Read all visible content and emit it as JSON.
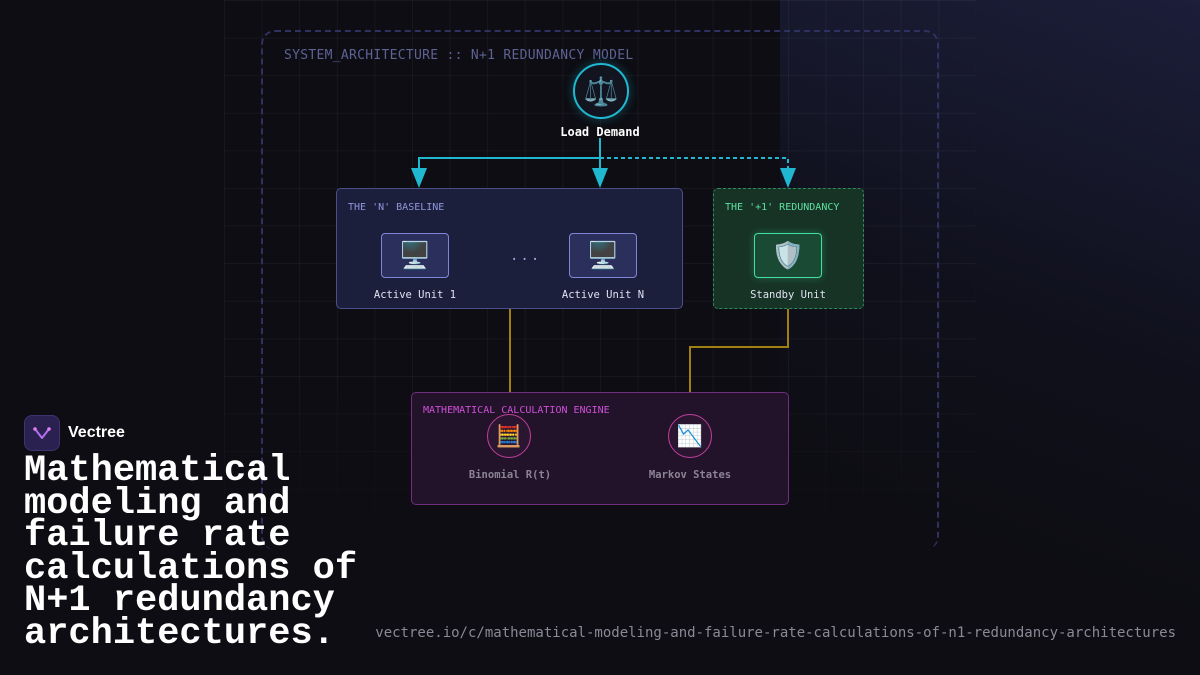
{
  "diagram": {
    "title": "SYSTEM_ARCHITECTURE :: N+1 REDUNDANCY MODEL",
    "load_node": {
      "icon": "balance-scale-icon",
      "glyph": "⚖️",
      "label": "Load Demand"
    },
    "baseline_group": {
      "title": "THE 'N' BASELINE",
      "units": [
        {
          "icon": "desktop-computer-icon",
          "glyph": "🖥️",
          "label": "Active Unit 1"
        },
        {
          "icon": "desktop-computer-icon",
          "glyph": "🖥️",
          "label": "Active Unit N"
        }
      ],
      "ellipsis": "..."
    },
    "redundancy_group": {
      "title": "THE '+1' REDUNDANCY",
      "unit": {
        "icon": "shield-icon",
        "glyph": "🛡️",
        "label": "Standby Unit"
      }
    },
    "engine_group": {
      "title": "MATHEMATICAL CALCULATION ENGINE",
      "nodes": [
        {
          "icon": "abacus-icon",
          "glyph": "🧮",
          "label": "Binomial R(t)"
        },
        {
          "icon": "chart-decreasing-icon",
          "glyph": "📉",
          "label": "Markov States"
        }
      ]
    },
    "colors": {
      "load_flow": "#1fb8d0",
      "engine_flow": "#a08010",
      "baseline": "#4a4f8a",
      "redundancy": "#3fe0a0",
      "engine": "#c0409a"
    }
  },
  "brand": {
    "name": "Vectree",
    "logo_icon": "vectree-logo-icon"
  },
  "headline": "Mathematical modeling and failure rate calculations of N+1 redundancy architectures.",
  "url": "vectree.io/c/mathematical-modeling-and-failure-rate-calculations-of-n1-redundancy-architectures"
}
